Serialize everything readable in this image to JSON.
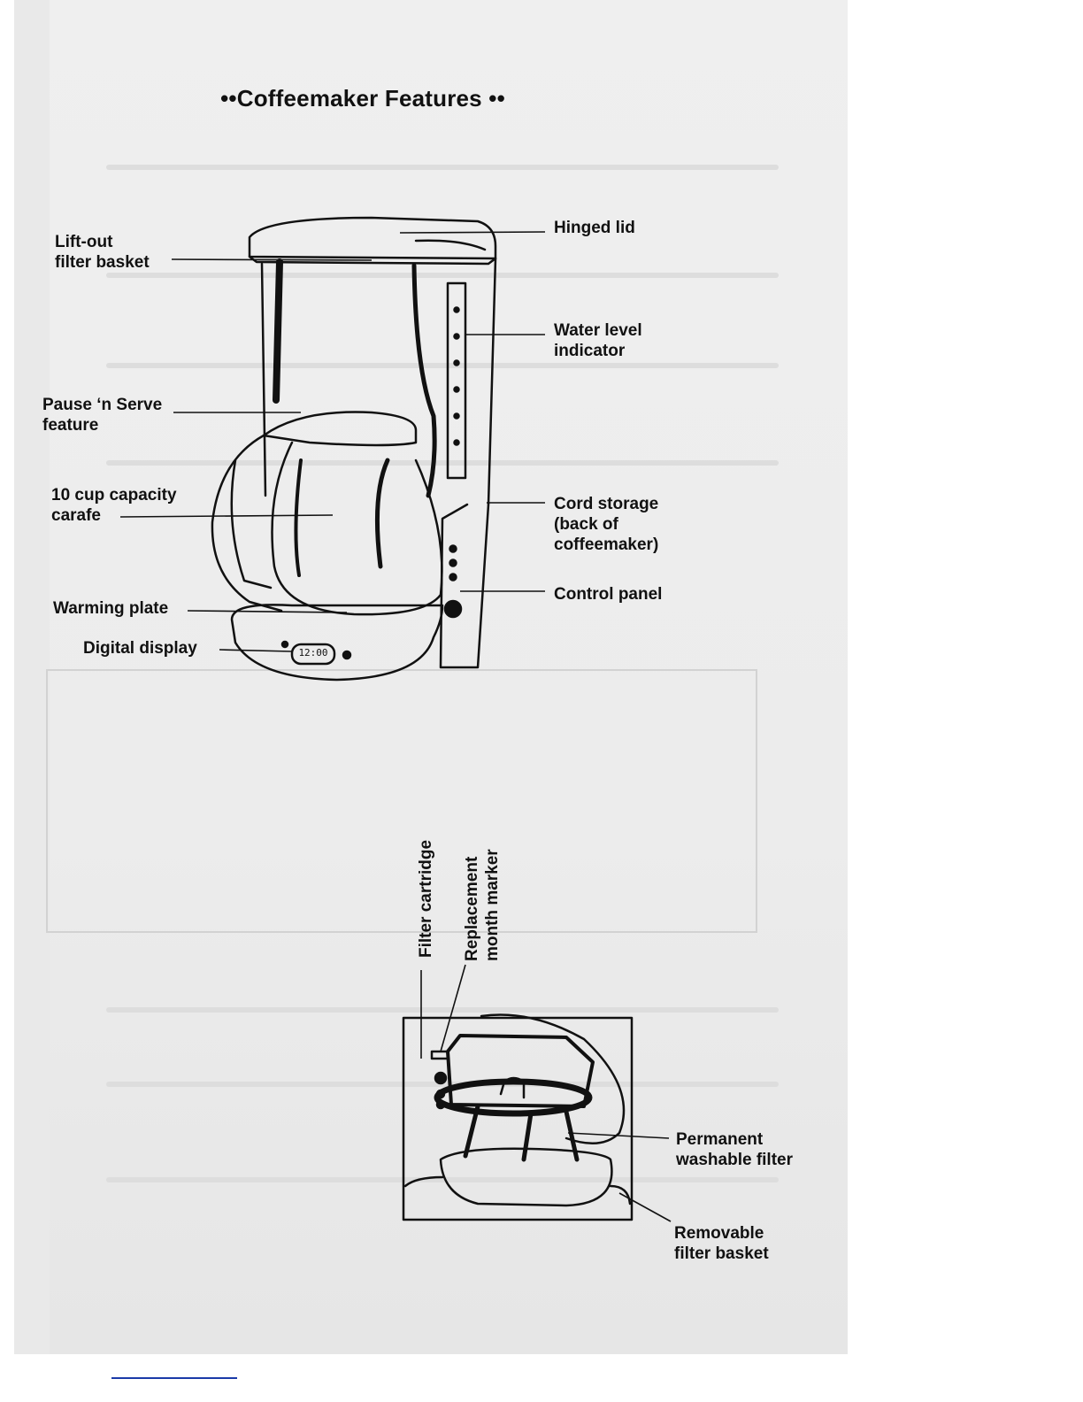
{
  "title": "••Coffeemaker Features ••",
  "coffeemaker_labels": {
    "lift_out_filter_basket": [
      "Lift-out",
      "filter basket"
    ],
    "hinged_lid": "Hinged lid",
    "water_level_indicator": [
      "Water level",
      "indicator"
    ],
    "pause_n_serve": [
      "Pause ‘n Serve",
      "feature"
    ],
    "carafe": [
      "10 cup capacity",
      "carafe"
    ],
    "cord_storage": [
      "Cord storage",
      "(back of",
      "coffeemaker)"
    ],
    "control_panel": "Control panel",
    "warming_plate": "Warming plate",
    "digital_display": "Digital display",
    "display_readout": "12:00"
  },
  "filter_labels": {
    "filter_cartridge": "Filter cartridge",
    "replacement_marker": [
      "Replacement",
      "month marker"
    ],
    "permanent_filter": [
      "Permanent",
      "washable filter"
    ],
    "removable_basket": [
      "Removable",
      "filter basket"
    ]
  },
  "colors": {
    "ink": "#111111",
    "page": "#ffffff",
    "scan_gray": "#e9e9e9",
    "footer_rule": "#1a3aa8"
  }
}
